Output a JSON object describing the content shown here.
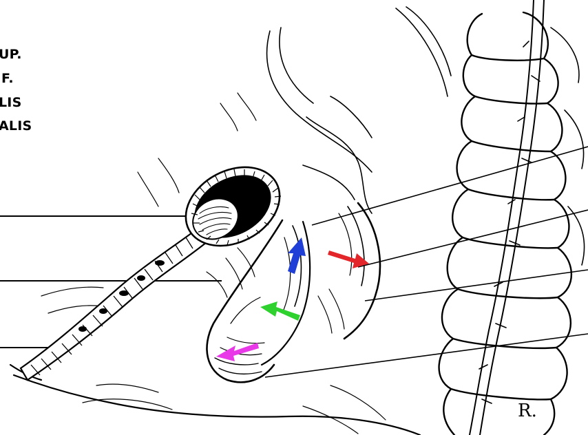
{
  "labels": {
    "line1": "UP.",
    "line2": "F.",
    "line3": "LIS",
    "line4": "ALIS"
  },
  "signature": "R.",
  "arrows": {
    "red": "#e3262a",
    "blue": "#1f3fd6",
    "green": "#2fd12f",
    "magenta": "#e838e8"
  }
}
